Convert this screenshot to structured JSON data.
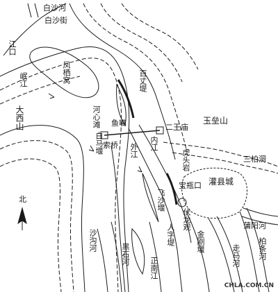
{
  "labels": {
    "baisha_river": "白沙河",
    "baisha_street": "白沙街",
    "jiangkou": "江口",
    "min_jiang": "岷江",
    "fengqi_zhou": "凤栖窝",
    "baizhang_di": "百丈堤",
    "da_xi_shan": "大西山",
    "heshan_tan": "河心滩",
    "yuzui": "鱼嘴",
    "wangmiao": "二王庙",
    "yulei_shan": "玉垒山",
    "suoqiao": "索桥",
    "bai_ma_yan": "白马堰",
    "wai_jiang": "外江",
    "nei_jiang": "内江",
    "huto_yan": "虎头岩",
    "baoping_kou": "宝瓶口",
    "guan_xian": "灌县城",
    "libai_he": "三柏洞",
    "feishayan": "飞沙堰",
    "fulong_guan": "伏龙观",
    "renzi_di": "人字堤",
    "pu_yang_he": "蒲阳河",
    "shagou_he": "沙沟河",
    "heishi_he": "黑石河",
    "jin_gang_yan": "金刚堰",
    "zhengnan_jiang": "正南江",
    "bai_tiao_he": "柏条河",
    "zou_ma_he": "走马河",
    "north": "北"
  },
  "watermark": "CHLA.COM.CN",
  "colors": {
    "ink": "#1a1a1a",
    "background": "#ffffff"
  }
}
